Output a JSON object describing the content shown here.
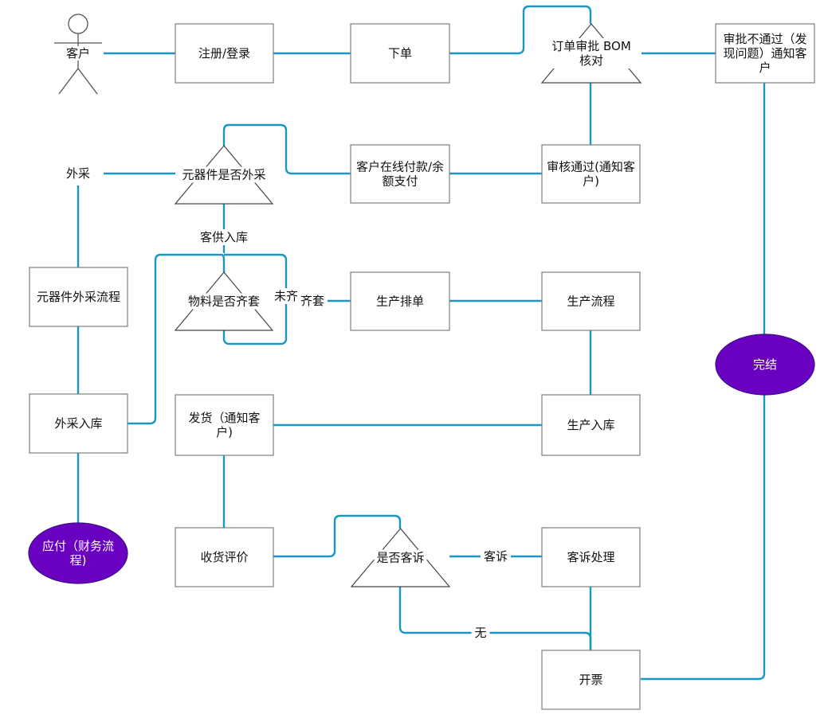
{
  "colors": {
    "edge": "#1a96c4",
    "end_fill": "#6a00c0",
    "box_stroke": "#7f7f7f"
  },
  "actor": {
    "label": "客户"
  },
  "nodes": {
    "register": {
      "lines": [
        "注册/登录"
      ]
    },
    "order": {
      "lines": [
        "下单"
      ]
    },
    "review_bom": {
      "lines": [
        "订单审批 BOM",
        "核对"
      ]
    },
    "reject": {
      "lines": [
        "审批不通过（发",
        "现问题）通知客",
        "户"
      ]
    },
    "pass": {
      "lines": [
        "审核通过(通知客",
        "户)"
      ]
    },
    "pay": {
      "lines": [
        "客户在线付款/余",
        "额支付"
      ]
    },
    "outsource_check": {
      "lines": [
        "元器件是否外采"
      ]
    },
    "outsource": {
      "lines": [
        "外采"
      ]
    },
    "customer_supply": {
      "lines": [
        "客供入库"
      ]
    },
    "outsource_flow": {
      "lines": [
        "元器件外采流程"
      ]
    },
    "material_check": {
      "lines": [
        "物料是否齐套"
      ]
    },
    "incomplete": {
      "lines": [
        "未齐"
      ]
    },
    "complete": {
      "lines": [
        "齐套"
      ]
    },
    "schedule": {
      "lines": [
        "生产排单"
      ]
    },
    "production": {
      "lines": [
        "生产流程"
      ]
    },
    "outsource_stock": {
      "lines": [
        "外采入库"
      ]
    },
    "ship": {
      "lines": [
        "发货（通知客",
        "户)"
      ]
    },
    "prod_stock": {
      "lines": [
        "生产入库"
      ]
    },
    "payable": {
      "lines": [
        "应付（财务流",
        "程)"
      ]
    },
    "receive_eval": {
      "lines": [
        "收货评价"
      ]
    },
    "complaint_check": {
      "lines": [
        "是否客诉"
      ]
    },
    "complaint_label": {
      "lines": [
        "客诉"
      ]
    },
    "complaint_handle": {
      "lines": [
        "客诉处理"
      ]
    },
    "none": {
      "lines": [
        "无"
      ]
    },
    "invoice": {
      "lines": [
        "开票"
      ]
    },
    "done": {
      "lines": [
        "完结"
      ]
    }
  }
}
